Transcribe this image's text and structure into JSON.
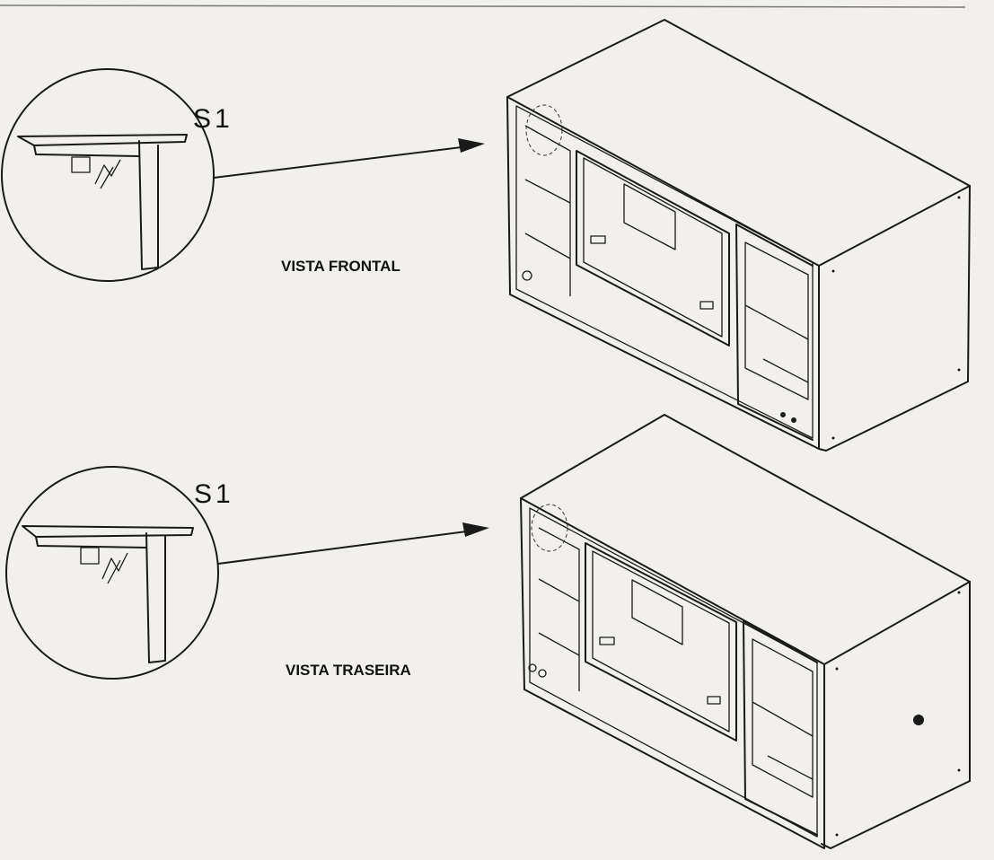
{
  "views": [
    {
      "label": "VISTA FRONTAL",
      "callout": "S1"
    },
    {
      "label": "VISTA TRASEIRA",
      "callout": "S1"
    }
  ]
}
